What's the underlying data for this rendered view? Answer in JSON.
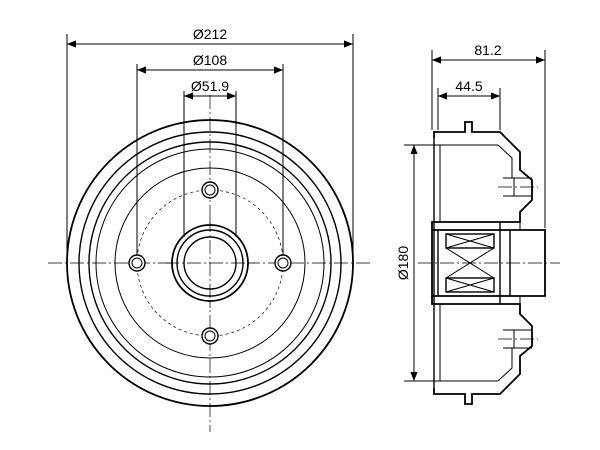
{
  "dimensions": {
    "outer_diameter": "Ø212",
    "bolt_circle_diameter": "Ø108",
    "center_bore_diameter": "Ø51.9",
    "total_width": "81.2",
    "hub_offset": "44.5",
    "inner_diameter": "Ø180"
  },
  "colors": {
    "line": "#000000",
    "background": "#ffffff"
  }
}
